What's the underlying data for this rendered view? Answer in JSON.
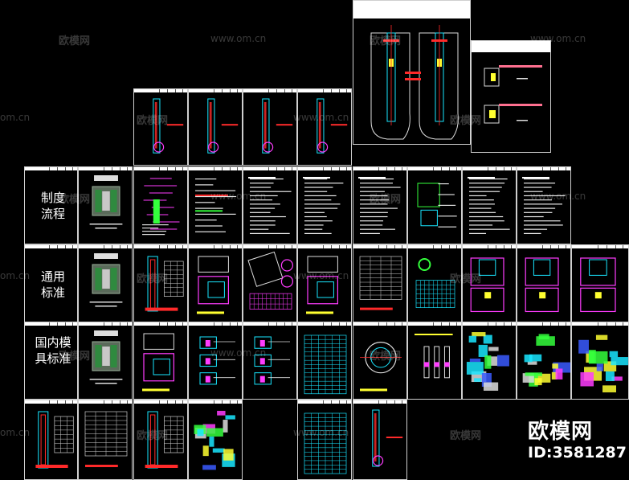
{
  "categories": [
    "制度\n流程",
    "通用\n标准",
    "国内模\n具标准"
  ],
  "watermark": {
    "brand": "欧模网",
    "url": "www.om.cn",
    "url_short": "om.cn"
  },
  "brand": {
    "name": "欧模网",
    "id": "ID:3581287"
  },
  "colors": {
    "line": "#cfcfcf",
    "red": "#ff2a2a",
    "magenta": "#ff3cff",
    "cyan": "#19e6ff",
    "green": "#34ff3c",
    "yellow": "#ffff30",
    "blue": "#3a5bff"
  }
}
